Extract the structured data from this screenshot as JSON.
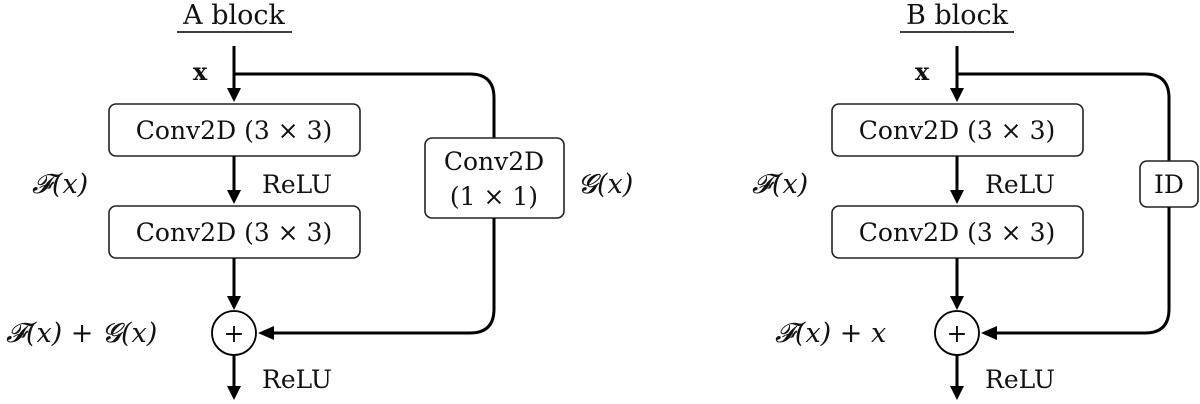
{
  "block_a": {
    "title": "A block",
    "input": "x",
    "conv_top": "Conv2D (3 × 3)",
    "conv_bottom": "Conv2D (3 × 3)",
    "relu_mid": "ReLU",
    "relu_out": "ReLU",
    "f_label": "𝓕(x)",
    "shortcut_line1": "Conv2D",
    "shortcut_line2": "(1 × 1)",
    "g_label": "𝓖(x)",
    "sum_label": "𝓕(x) + 𝓖(x)",
    "plus": "+"
  },
  "block_b": {
    "title": "B block",
    "input": "x",
    "conv_top": "Conv2D (3 × 3)",
    "conv_bottom": "Conv2D (3 × 3)",
    "relu_mid": "ReLU",
    "relu_out": "ReLU",
    "f_label": "𝓕(x)",
    "shortcut": "ID",
    "sum_label": "𝓕(x) + x",
    "plus": "+"
  }
}
